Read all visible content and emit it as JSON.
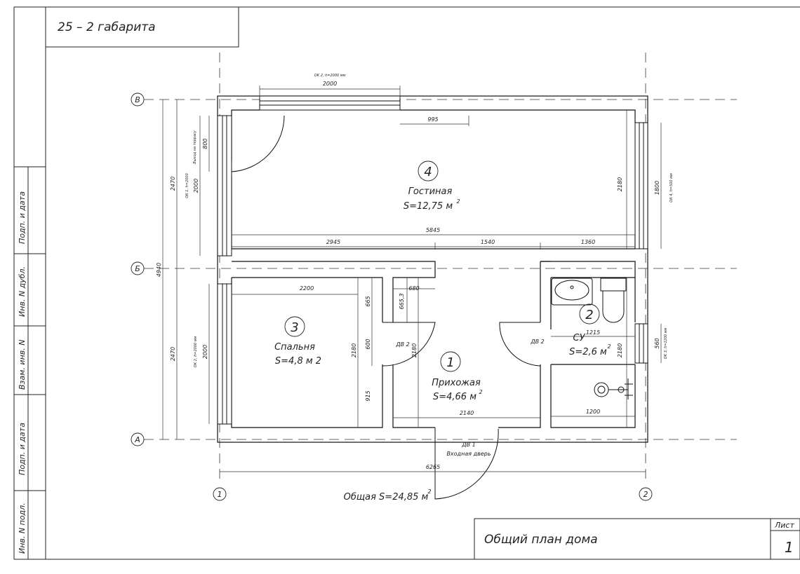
{
  "header": {
    "title": "25 – 2 габарита"
  },
  "stamp": {
    "sheet_title": "Общий план дома",
    "sheet_label": "Лист",
    "sheet_number": "1"
  },
  "side_labels": [
    "Подп. и дата",
    "Инв. N дубл.",
    "Взам. инв. N",
    "Подп. и дата",
    "Инв. N подл."
  ],
  "axes": {
    "v": "В",
    "b": "Б",
    "a": "А",
    "one": "1",
    "two": "2"
  },
  "rooms": {
    "living": {
      "num": "4",
      "name": "Гостиная",
      "area": "S=12,75 м",
      "sup": "2"
    },
    "bedroom": {
      "num": "3",
      "name": "Спальня",
      "area": "S=4,8 м 2"
    },
    "hallway": {
      "num": "1",
      "name": "Прихожая",
      "area": "S=4,66 м",
      "sup": "2"
    },
    "bathroom": {
      "num": "2",
      "name": "СУ",
      "area": "S=2,6 м",
      "sup": "2"
    }
  },
  "total_area": {
    "text": "Общая S=24,85 м",
    "sup": "2"
  },
  "doors": {
    "dv2_left": "ДВ 2",
    "dv2_right": "ДВ 2",
    "dv1": "ДВ 1",
    "entrance": "Входная дверь"
  },
  "dims": {
    "window_top_note": "ОК 2, h=2000 мм",
    "window_top": "2000",
    "d995": "995",
    "d2470_top": "2470",
    "d2000_left": "2000",
    "d800": "800",
    "exit_terrace": "Выход на террасу",
    "ok1_note": "ОК 1, h=2000",
    "d2180_living": "2180",
    "d1800": "1800",
    "ok4_note": "ОК 4, h=500 мм",
    "d5845": "5845",
    "d2945": "2945",
    "d1540": "1540",
    "d1360": "1360",
    "d4940": "4940",
    "d2200": "2200",
    "d680": "680",
    "d665": "665",
    "d665_3": "665,3",
    "d600": "600",
    "d2180_bed": "2180",
    "d2180_hall": "2180",
    "d915": "915",
    "d2470_bottom": "2470",
    "d2000_bed": "2000",
    "ok2_note": "ОК 2, h=2000 мм",
    "d1215": "1215",
    "d2180_bath": "2180",
    "d560": "560",
    "ok3_note": "ОК 3, h=1200 мм",
    "d2140": "2140",
    "d1200": "1200",
    "d6265": "6265"
  }
}
